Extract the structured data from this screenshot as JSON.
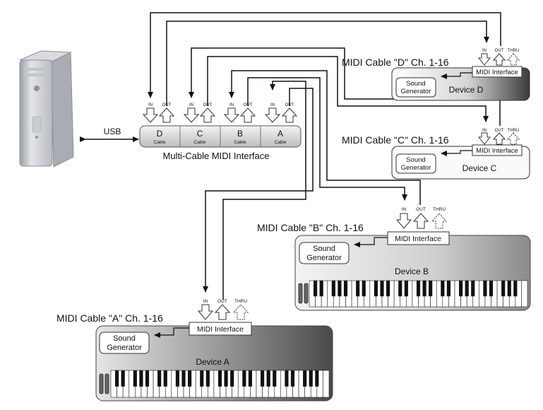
{
  "usb_label": "USB",
  "interface": {
    "title": "Multi-Cable MIDI Interface",
    "port_letters": [
      "D",
      "C",
      "B",
      "A"
    ],
    "port_sub": "Cable",
    "in_label": "IN",
    "out_label": "OUT"
  },
  "devices": {
    "d": {
      "name": "Device D",
      "cable": "MIDI Cable \"D\" Ch. 1-16",
      "midi": "MIDI Interface",
      "sound": [
        "Sound",
        "Generator"
      ],
      "in": "IN",
      "out": "OUT",
      "thru": "THRU"
    },
    "c": {
      "name": "Device C",
      "cable": "MIDI Cable \"C\" Ch. 1-16",
      "midi": "MIDI Interface",
      "sound": [
        "Sound",
        "Generator"
      ],
      "in": "IN",
      "out": "OUT",
      "thru": "THRU"
    },
    "b": {
      "name": "Device B",
      "cable": "MIDI Cable \"B\" Ch. 1-16",
      "midi": "MIDI Interface",
      "sound": [
        "Sound",
        "Generator"
      ],
      "in": "IN",
      "out": "OUT",
      "thru": "THRU"
    },
    "a": {
      "name": "Device A",
      "cable": "MIDI Cable \"A\" Ch. 1-16",
      "midi": "MIDI Interface",
      "sound": [
        "Sound",
        "Generator"
      ],
      "in": "IN",
      "out": "OUT",
      "thru": "THRU"
    }
  }
}
